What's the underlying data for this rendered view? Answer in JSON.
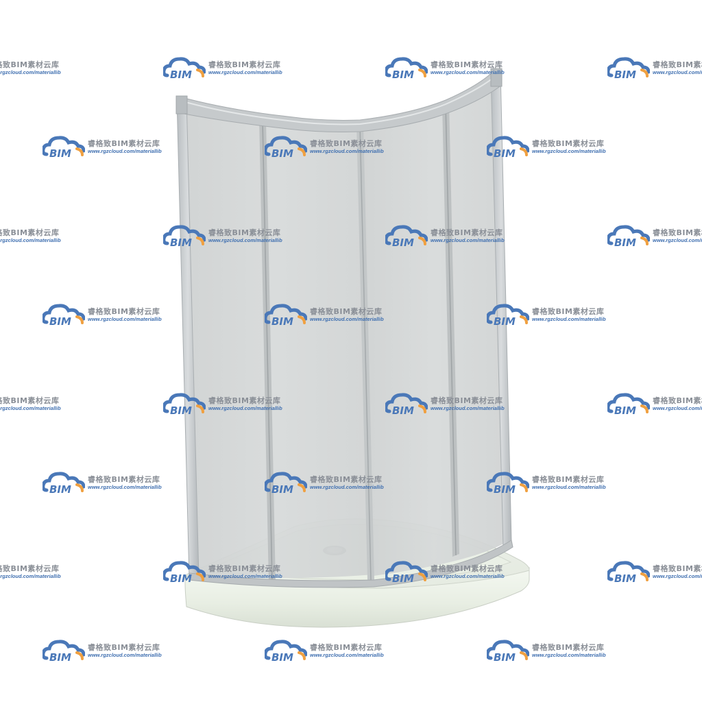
{
  "image": {
    "subject": "quarter-round sliding glass shower enclosure on white shower tray"
  },
  "watermark": {
    "logo_text": "BIM",
    "brand_cn": "睿格致BIM素材云库",
    "url": "www.rgzcloud.com/materiallib",
    "colors": {
      "cloud_blue": "#4a78b8",
      "accent_orange": "#f0a040",
      "text_gray": "#8a8f97",
      "url_blue": "#3f6fb0"
    }
  },
  "colors": {
    "frame": "#c2c6c8",
    "glass": "#d4d7d7",
    "tray": "#eef3ea"
  }
}
